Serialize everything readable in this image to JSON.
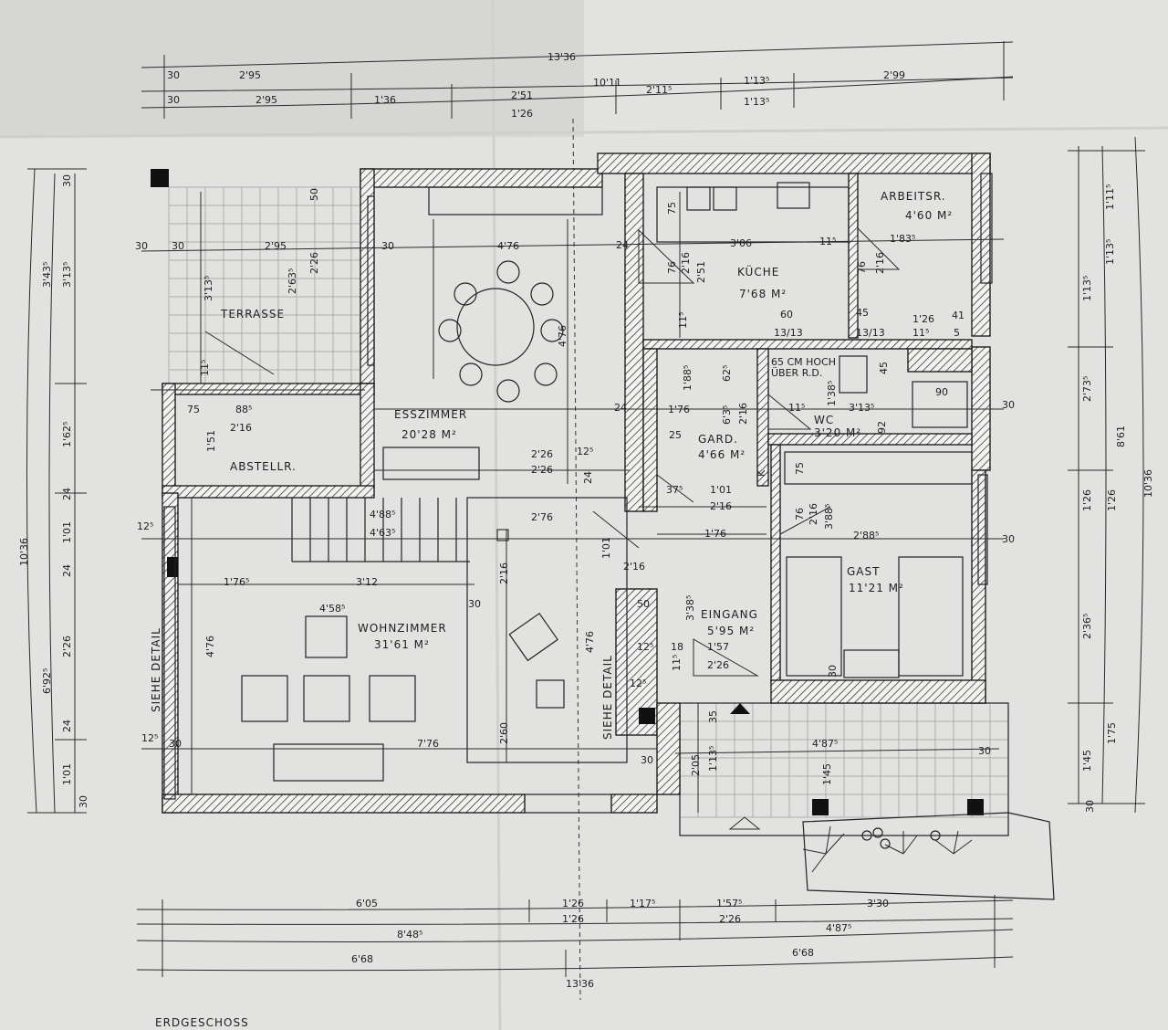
{
  "title": "ERDGESCHOSS",
  "rooms": {
    "terrasse": {
      "name": "TERRASSE"
    },
    "esszimmer": {
      "name": "ESSZIMMER",
      "area": "20'28 M²"
    },
    "abstellr": {
      "name": "ABSTELLR."
    },
    "wohnzimmer": {
      "name": "WOHNZIMMER",
      "area": "31'61 M²"
    },
    "kueche": {
      "name": "KÜCHE",
      "area": "7'68 M²"
    },
    "arbeitsr": {
      "name": "ARBEITSR.",
      "area": "4'60 M²"
    },
    "gard": {
      "name": "GARD.",
      "area": "4'66 M²"
    },
    "wc": {
      "name": "WC",
      "area": "3'20 M²"
    },
    "gast": {
      "name": "GAST",
      "area": "11'21 M²"
    },
    "eingang": {
      "name": "EINGANG",
      "area": "5'95 M²"
    }
  },
  "notes": {
    "siehe_detail": "SIEHE DETAIL",
    "wc_note_1": "65 CM HOCH",
    "wc_note_2": "ÜBER R.D.",
    "kamin": "K"
  },
  "dims": {
    "top": [
      "13'36",
      "10'11",
      "30",
      "2'95",
      "1'13⁵",
      "2'99",
      "30",
      "2'95",
      "1'36",
      "2'51",
      "1'26",
      "2'11⁵",
      "1'13⁵"
    ],
    "bottom": [
      "6'05",
      "1'26",
      "1'17⁵",
      "1'57⁵",
      "3'30",
      "1'26",
      "2'26",
      "8'48⁵",
      "4'87⁵",
      "6'68",
      "6'68",
      "13'36"
    ],
    "left": [
      "10'36",
      "6'92⁵",
      "3'43⁵",
      "3'13⁵",
      "30",
      "1'62⁵",
      "24",
      "1'01",
      "24",
      "2'26",
      "24",
      "1'01",
      "30",
      "30",
      "12⁵",
      "12⁵"
    ],
    "right": [
      "10'36",
      "8'61",
      "1'11⁵",
      "1'13⁵",
      "1'13⁵",
      "2'73⁵",
      "1'26",
      "1'26",
      "2'36⁵",
      "1'45",
      "1'75",
      "30",
      "30",
      "30"
    ],
    "interior": [
      "30",
      "2'95",
      "2'63⁵",
      "2'26",
      "3'13⁵",
      "50",
      "30",
      "4'76",
      "4'76",
      "11⁵",
      "75",
      "88⁵",
      "2'16",
      "1'51",
      "24",
      "2'26",
      "2'26",
      "12⁵",
      "24",
      "4'88⁵",
      "4'63⁵",
      "2'76",
      "1'76⁵",
      "3'12",
      "4'58⁵",
      "4'76",
      "2'16",
      "30",
      "2'60",
      "4'76",
      "7'76",
      "30",
      "24",
      "3'06",
      "11⁵",
      "75",
      "76",
      "2'16",
      "2'51",
      "60",
      "13/13",
      "11⁵",
      "1'83⁵",
      "76",
      "2'16",
      "45",
      "13/13",
      "1'26",
      "41",
      "11⁵",
      "5",
      "1'88⁵",
      "62⁵",
      "1'76",
      "6'3⁵",
      "2'16",
      "25",
      "11⁵",
      "1'38⁵",
      "3'13⁵",
      "45",
      "92",
      "90",
      "37⁵",
      "1'01",
      "2'16",
      "1'76",
      "2'88⁵",
      "75",
      "76",
      "2'16",
      "3'88⁵",
      "1'01",
      "2'16",
      "3'38⁵",
      "50",
      "12⁵",
      "18",
      "1'57",
      "2'26",
      "11⁵",
      "35",
      "2'05",
      "1'13⁵",
      "4'87⁵",
      "1'45",
      "30",
      "30",
      "30",
      "12⁵"
    ]
  }
}
